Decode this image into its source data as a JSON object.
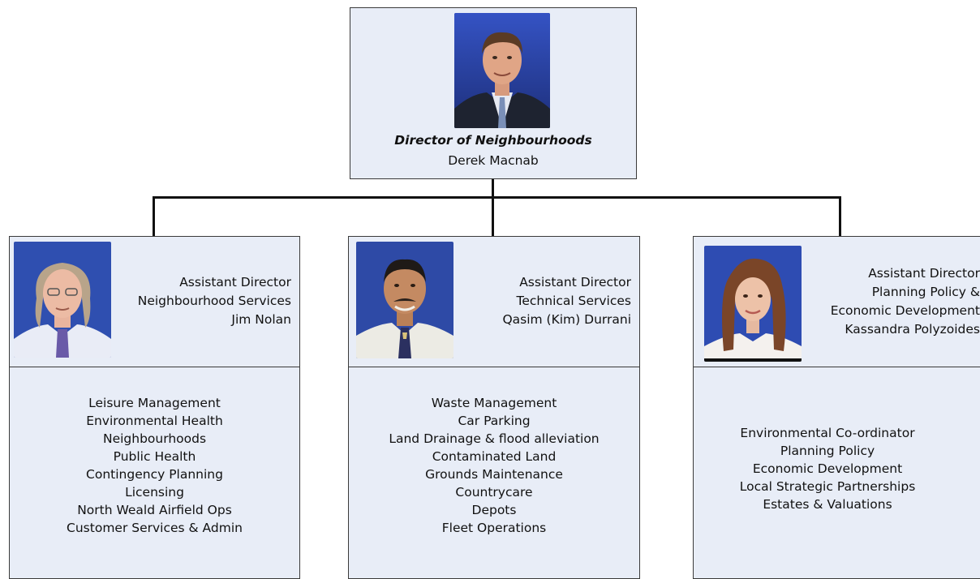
{
  "director": {
    "title": "Director of Neighbourhoods",
    "name": "Derek Macnab"
  },
  "assistants": [
    {
      "role": "Assistant Director",
      "department": "Neighbourhood Services",
      "name": "Jim Nolan",
      "responsibilities": [
        "Leisure Management",
        "Environmental Health",
        "Neighbourhoods",
        "Public Health",
        "Contingency Planning",
        "Licensing",
        "North Weald Airfield Ops",
        "Customer Services & Admin"
      ]
    },
    {
      "role": "Assistant Director",
      "department": "Technical Services",
      "name": "Qasim (Kim) Durrani",
      "responsibilities": [
        "Waste Management",
        "Car Parking",
        "Land Drainage & flood alleviation",
        "Contaminated Land",
        "Grounds Maintenance",
        "Countrycare",
        "Depots",
        "Fleet Operations"
      ]
    },
    {
      "role": "Assistant Director",
      "department_lines": [
        "Planning Policy &",
        "Economic Development"
      ],
      "name": "Kassandra Polyzoides",
      "responsibilities": [
        "Environmental Co-ordinator",
        "Planning Policy",
        "Economic Development",
        "Local Strategic Partnerships",
        "Estates & Valuations"
      ]
    }
  ],
  "colors": {
    "box_fill": "#e8edf7",
    "photo_background": "#2b3f9a",
    "connector": "#111111"
  }
}
